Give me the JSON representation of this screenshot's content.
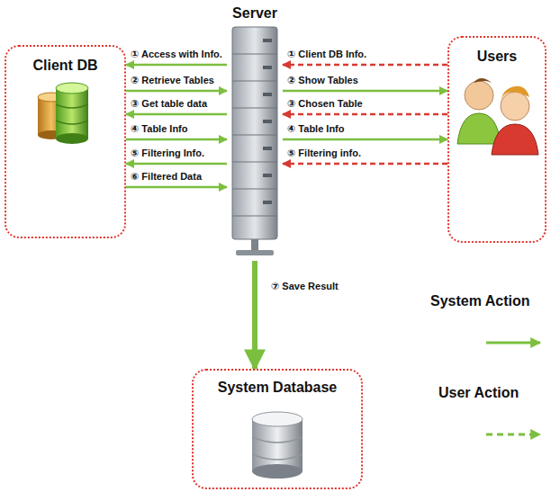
{
  "diagram": {
    "nodes": [
      {
        "text": [
          "Server"
        ]
      },
      {
        "text": [
          "Client DB"
        ]
      },
      {
        "text": [
          "Users"
        ]
      },
      {
        "text": [
          "System Database"
        ]
      }
    ],
    "edges": [
      {
        "from": 0,
        "to": 1,
        "arrow": "to",
        "label": "① Access with Info."
      },
      {
        "from": 1,
        "to": 0,
        "arrow": "to",
        "label": "② Retrieve Tables"
      },
      {
        "from": 0,
        "to": 1,
        "arrow": "to",
        "label": "③ Get table data"
      },
      {
        "from": 1,
        "to": 0,
        "arrow": "to",
        "label": "④ Table Info"
      },
      {
        "from": 0,
        "to": 1,
        "arrow": "to",
        "label": "⑤ Filtering Info."
      },
      {
        "from": 1,
        "to": 0,
        "arrow": "to",
        "label": "⑥ Filtered Data"
      },
      {
        "from": 2,
        "to": 0,
        "arrow": "to",
        "label": "① Client DB Info."
      },
      {
        "from": 0,
        "to": 2,
        "arrow": "to",
        "label": "② Show Tables"
      },
      {
        "from": 2,
        "to": 0,
        "arrow": "to",
        "label": "③ Chosen Table"
      },
      {
        "from": 0,
        "to": 2,
        "arrow": "to",
        "label": "④ Table Info"
      },
      {
        "from": 2,
        "to": 0,
        "arrow": "to",
        "label": "⑤ Filtering info."
      },
      {
        "from": 0,
        "to": 3,
        "arrow": "to",
        "label": "⑦ Save Result"
      }
    ],
    "legend": [
      {
        "text": "System Action"
      },
      {
        "text": "User Action"
      }
    ]
  }
}
